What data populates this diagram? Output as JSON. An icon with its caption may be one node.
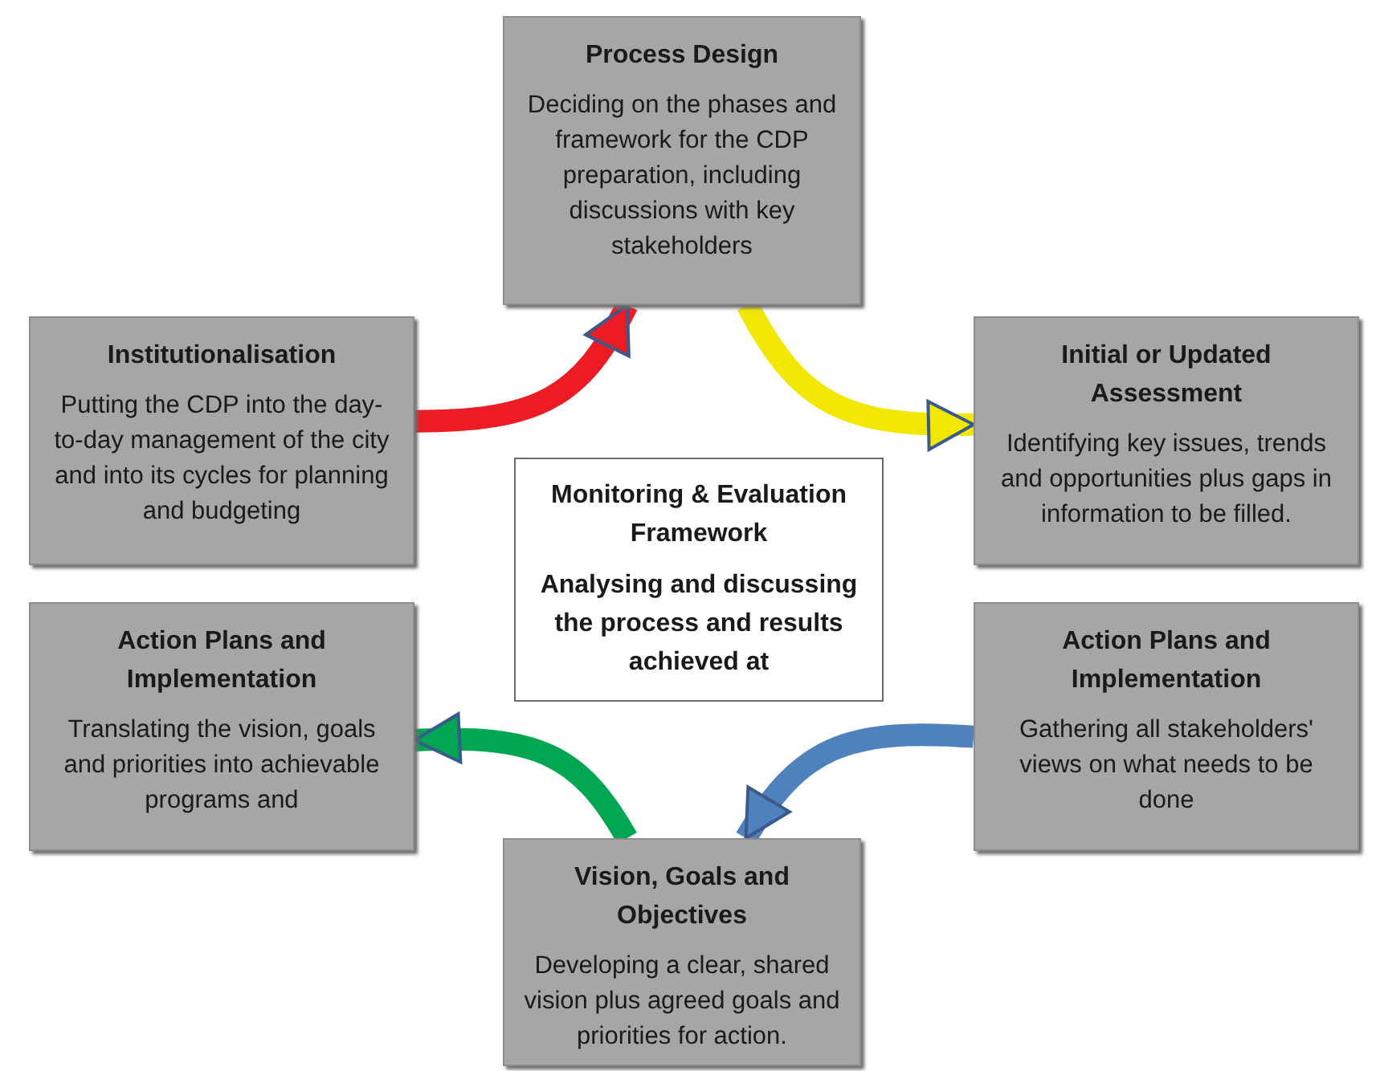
{
  "diagram": {
    "nodes": [
      {
        "text": [
          "Process Design",
          "Deciding on the phases and framework for the CDP preparation, including discussions with key stakeholders"
        ]
      },
      {
        "text": [
          "Institutionalisation",
          "Putting the CDP into the day-to-day management of the city and into its cycles for planning and budgeting"
        ]
      },
      {
        "text": [
          "Initial or Updated Assessment",
          "Identifying key issues, trends and opportunities plus gaps in information to be filled."
        ]
      },
      {
        "text": [
          "Monitoring & Evaluation Framework",
          "Analysing and discussing the process and results achieved at"
        ]
      },
      {
        "text": [
          "Action Plans and Implementation",
          "Translating the vision, goals and priorities into achievable programs and"
        ]
      },
      {
        "text": [
          "Action Plans and Implementation",
          "Gathering all stakeholders' views on what needs to be done"
        ]
      },
      {
        "text": [
          "Vision, Goals and Objectives",
          "Developing a clear, shared vision plus agreed goals and priorities for action."
        ]
      }
    ],
    "edges": [
      {
        "from": 1,
        "to": 0,
        "arrow": "to",
        "color": "#ed1c24"
      },
      {
        "from": 0,
        "to": 2,
        "arrow": "to",
        "color": "#f2e700"
      },
      {
        "from": 5,
        "to": 6,
        "arrow": "to",
        "color": "#4f81bd"
      },
      {
        "from": 6,
        "to": 4,
        "arrow": "to",
        "color": "#00a651"
      }
    ]
  }
}
